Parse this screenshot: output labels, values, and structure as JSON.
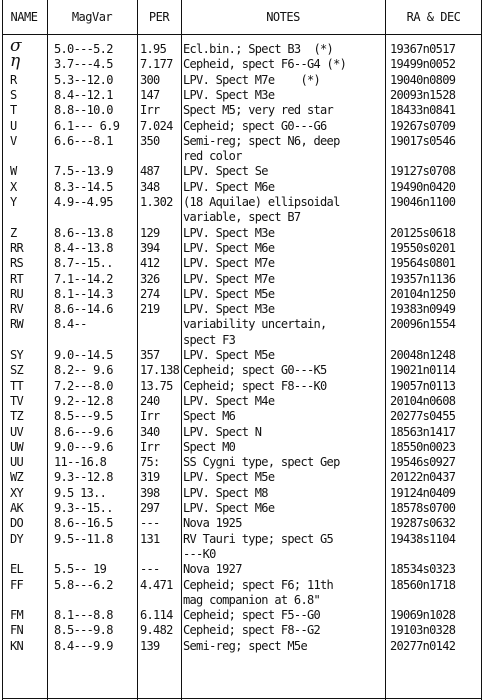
{
  "headers": {
    "name": "NAME",
    "magvar": "MagVar",
    "per": "PER",
    "notes": "NOTES",
    "radec": "RA & DEC"
  },
  "rows": [
    {
      "line": 0,
      "name": "σ",
      "greek": true,
      "magvar": "5.0---5.2",
      "per": "1.95",
      "notes": [
        "Ecl.bin.; Spect B3  (*)"
      ],
      "radec": "19367n0517"
    },
    {
      "line": 1,
      "name": "η",
      "greek": true,
      "magvar": "3.7---4.5",
      "per": "7.177",
      "notes": [
        "Cepheid, spect F6--G4 (*)"
      ],
      "radec": "19499n0052"
    },
    {
      "line": 2,
      "name": "R",
      "magvar": "5.3--12.0",
      "per": "300",
      "notes": [
        "LPV. Spect M7e    (*)"
      ],
      "radec": "19040n0809"
    },
    {
      "line": 3,
      "name": "S",
      "magvar": "8.4--12.1",
      "per": "147",
      "notes": [
        "LPV. Spect M3e"
      ],
      "radec": "20093n1528"
    },
    {
      "line": 4,
      "name": "T",
      "magvar": "8.8--10.0",
      "per": "Irr",
      "notes": [
        "Spect M5; very red star"
      ],
      "radec": "18433n0841"
    },
    {
      "line": 5,
      "name": "U",
      "magvar": "6.1--- 6.9",
      "per": "7.024",
      "notes": [
        "Cepheid; spect G0---G6"
      ],
      "radec": "19267s0709"
    },
    {
      "line": 6,
      "name": "V",
      "magvar": "6.6---8.1",
      "per": "350",
      "notes": [
        "Semi-reg; spect N6, deep",
        "red color"
      ],
      "radec": "19017s0546"
    },
    {
      "line": 8,
      "name": "W",
      "magvar": "7.5--13.9",
      "per": "487",
      "notes": [
        "LPV. Spect Se"
      ],
      "radec": "19127s0708"
    },
    {
      "line": 9,
      "name": "X",
      "magvar": "8.3--14.5",
      "per": "348",
      "notes": [
        "LPV. Spect M6e"
      ],
      "radec": "19490n0420"
    },
    {
      "line": 10,
      "name": "Y",
      "magvar": "4.9--4.95",
      "per": "1.302",
      "notes": [
        "(18 Aquilae) ellipsoidal",
        "variable, spect B7"
      ],
      "radec": "19046n1100"
    },
    {
      "line": 12,
      "name": "Z",
      "magvar": "8.6--13.8",
      "per": "129",
      "notes": [
        "LPV. Spect M3e"
      ],
      "radec": "20125s0618"
    },
    {
      "line": 13,
      "name": "RR",
      "magvar": "8.4--13.8",
      "per": "394",
      "notes": [
        "LPV. Spect M6e"
      ],
      "radec": "19550s0201"
    },
    {
      "line": 14,
      "name": "RS",
      "magvar": "8.7--15..",
      "per": "412",
      "notes": [
        "LPV. Spect M7e"
      ],
      "radec": "19564s0801"
    },
    {
      "line": 15,
      "name": "RT",
      "magvar": "7.1--14.2",
      "per": "326",
      "notes": [
        "LPV. Spect M7e"
      ],
      "radec": "19357n1136"
    },
    {
      "line": 16,
      "name": "RU",
      "magvar": "8.1--14.3",
      "per": "274",
      "notes": [
        "LPV. Spect M5e"
      ],
      "radec": "20104n1250"
    },
    {
      "line": 17,
      "name": "RV",
      "magvar": "8.6--14.6",
      "per": "219",
      "notes": [
        "LPV. Spect M3e"
      ],
      "radec": "19383n0949"
    },
    {
      "line": 18,
      "name": "RW",
      "magvar": "8.4--",
      "per": "",
      "notes": [
        "variability uncertain,",
        "spect F3"
      ],
      "radec": "20096n1554"
    },
    {
      "line": 20,
      "name": "SY",
      "magvar": "9.0--14.5",
      "per": "357",
      "notes": [
        "LPV. Spect M5e"
      ],
      "radec": "20048n1248"
    },
    {
      "line": 21,
      "name": "SZ",
      "magvar": "8.2-- 9.6",
      "per": "17.138",
      "notes": [
        "Cepheid; spect G0---K5"
      ],
      "radec": "19021n0114"
    },
    {
      "line": 22,
      "name": "TT",
      "magvar": "7.2---8.0",
      "per": "13.75",
      "notes": [
        "Cepheid; spect F8---K0"
      ],
      "radec": "19057n0113"
    },
    {
      "line": 23,
      "name": "TV",
      "magvar": "9.2--12.8",
      "per": "240",
      "notes": [
        "LPV. Spect M4e"
      ],
      "radec": "20104n0608"
    },
    {
      "line": 24,
      "name": "TZ",
      "magvar": "8.5---9.5",
      "per": "Irr",
      "notes": [
        "Spect M6"
      ],
      "radec": "20277s0455"
    },
    {
      "line": 25,
      "name": "UV",
      "magvar": "8.6---9.6",
      "per": "340",
      "notes": [
        "LPV. Spect N"
      ],
      "radec": "18563n1417"
    },
    {
      "line": 26,
      "name": "UW",
      "magvar": "9.0---9.6",
      "per": "Irr",
      "notes": [
        "Spect M0"
      ],
      "radec": "18550n0023"
    },
    {
      "line": 27,
      "name": "UU",
      "magvar": "11--16.8",
      "per": "75:",
      "notes": [
        "SS Cygni type, spect Gep"
      ],
      "radec": "19546s0927"
    },
    {
      "line": 28,
      "name": "WZ",
      "magvar": "9.3--12.8",
      "per": "319",
      "notes": [
        "LPV. Spect M5e"
      ],
      "radec": "20122n0437"
    },
    {
      "line": 29,
      "name": "XY",
      "magvar": "9.5  13..",
      "per": "398",
      "notes": [
        "LPV. Spect M8"
      ],
      "radec": "19124n0409"
    },
    {
      "line": 30,
      "name": "AK",
      "magvar": "9.3--15..",
      "per": "297",
      "notes": [
        "LPV. Spect M6e"
      ],
      "radec": "18578s0700"
    },
    {
      "line": 31,
      "name": "DO",
      "magvar": "8.6--16.5",
      "per": "---",
      "notes": [
        "Nova 1925"
      ],
      "radec": "19287s0632"
    },
    {
      "line": 32,
      "name": "DY",
      "magvar": "9.5--11.8",
      "per": "131",
      "notes": [
        "RV Tauri type; spect G5",
        "---K0"
      ],
      "radec": "19438s1104"
    },
    {
      "line": 34,
      "name": "EL",
      "magvar": "5.5-- 19",
      "per": "---",
      "notes": [
        "Nova 1927"
      ],
      "radec": "18534s0323"
    },
    {
      "line": 35,
      "name": "FF",
      "magvar": "5.8---6.2",
      "per": "4.471",
      "notes": [
        "Cepheid; spect F6; 11th",
        "mag companion at 6.8\""
      ],
      "radec": "18560n1718"
    },
    {
      "line": 37,
      "name": "FM",
      "magvar": "8.1---8.8",
      "per": "6.114",
      "notes": [
        "Cepheid; spect F5--G0"
      ],
      "radec": "19069n1028"
    },
    {
      "line": 38,
      "name": "FN",
      "magvar": "8.5---9.8",
      "per": "9.482",
      "notes": [
        "Cepheid; spect F8--G2"
      ],
      "radec": "19103n0328"
    },
    {
      "line": 39,
      "name": "KN",
      "magvar": "8.4---9.9",
      "per": "139",
      "notes": [
        "Semi-reg; spect M5e"
      ],
      "radec": "20277n0142"
    }
  ]
}
